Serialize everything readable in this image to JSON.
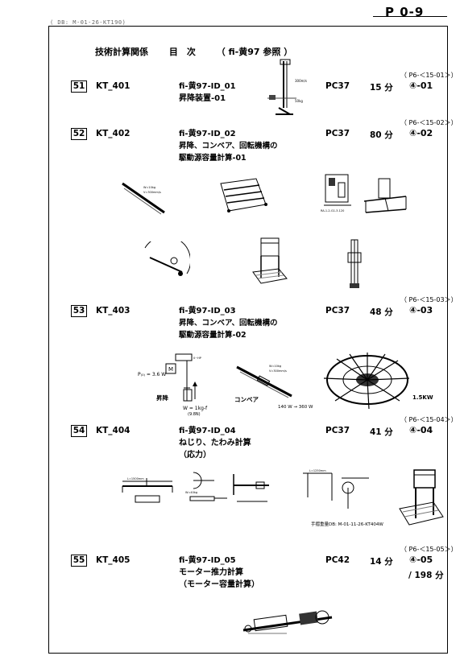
{
  "header": {
    "doc_id": "( DB: M-01-26-KT190)",
    "page": "P  0-9"
  },
  "title": {
    "main": "技術計算関係",
    "contents": "目　次",
    "ref": "（ fi-黄97 参照 ）"
  },
  "entries": [
    {
      "no": "51",
      "code": "KT_401",
      "doc": "fi-黄97-ID_01",
      "desc": [
        "昇降装置-01"
      ],
      "pc": "PC37",
      "time": "15 分",
      "page_ref": "（ P6-＜15-01＞）",
      "ref_no": "④-01"
    },
    {
      "no": "52",
      "code": "KT_402",
      "doc": "fi-黄97-ID_02",
      "desc": [
        "昇降、コンベア、回転機構の",
        "駆動源容量計算-01"
      ],
      "pc": "PC37",
      "time": "80 分",
      "page_ref": "（ P6-＜15-02＞）",
      "ref_no": "④-02"
    },
    {
      "no": "53",
      "code": "KT_403",
      "doc": "fi-黄97-ID_03",
      "desc": [
        "昇降、コンベア、回転機構の",
        "駆動源容量計算-02"
      ],
      "pc": "PC37",
      "time": "48 分",
      "page_ref": "（ P6-＜15-03＞）",
      "ref_no": "④-03"
    },
    {
      "no": "54",
      "code": "KT_404",
      "doc": "fi-黄97-ID_04",
      "desc": [
        "ねじり、たわみ計算",
        "（応力）"
      ],
      "pc": "PC37",
      "time": "41 分",
      "page_ref": "（ P6-＜15-04＞）",
      "ref_no": "④-04"
    },
    {
      "no": "55",
      "code": "KT_405",
      "doc": "fi-黄97-ID_05",
      "desc": [
        "モーター推力計算",
        "（モーター容量計算）"
      ],
      "pc": "PC42",
      "time": "14 分",
      "page_ref": "（ P6-＜15-05＞）",
      "ref_no": "④-05",
      "total": "/ 198 分"
    }
  ],
  "figure_labels": {
    "lift": "昇降",
    "conveyor": "コンベア",
    "power": "P₍₀₎ = 3.6 W",
    "weight": "W = 1kg-f",
    "weight_sub": "(9.8N)",
    "watts": "140 W → 360 W",
    "kw": "1.5KW",
    "m": "M",
    "note": "手摺重量DB: M-01-11-26-KT404W"
  }
}
